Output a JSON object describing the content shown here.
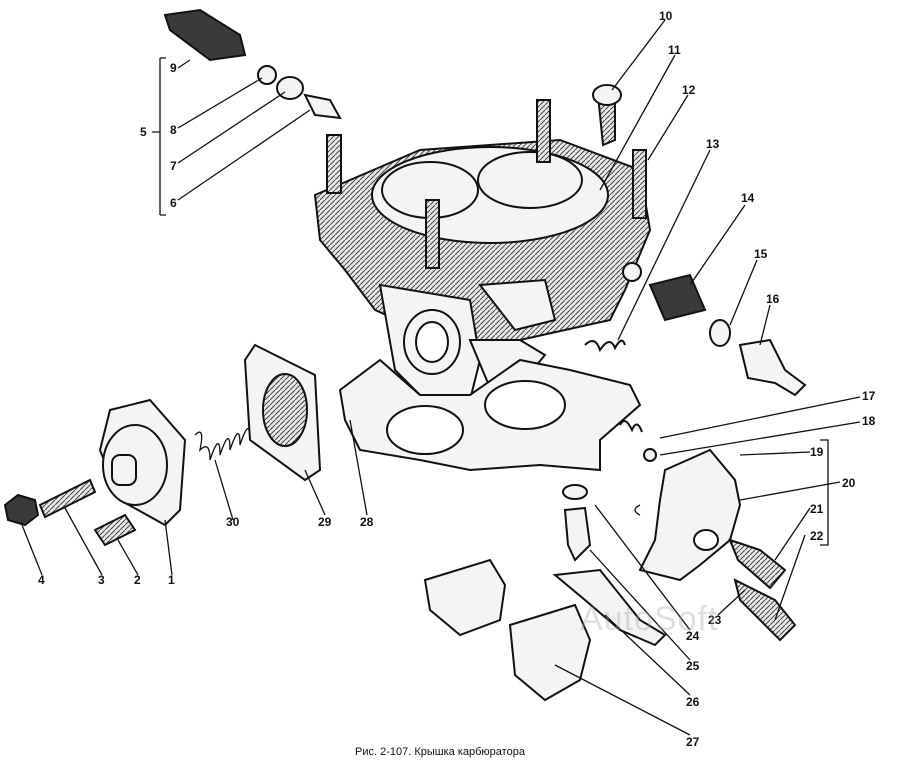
{
  "figure": {
    "caption_prefix": "Рис. 2-107.",
    "caption_title": "Крышка карбюратора",
    "watermark": "AutoSoft"
  },
  "callouts": [
    "1",
    "2",
    "3",
    "4",
    "5",
    "6",
    "7",
    "8",
    "9",
    "10",
    "11",
    "12",
    "13",
    "14",
    "15",
    "16",
    "17",
    "18",
    "19",
    "20",
    "21",
    "22",
    "23",
    "24",
    "25",
    "26",
    "27",
    "28",
    "29",
    "30"
  ]
}
